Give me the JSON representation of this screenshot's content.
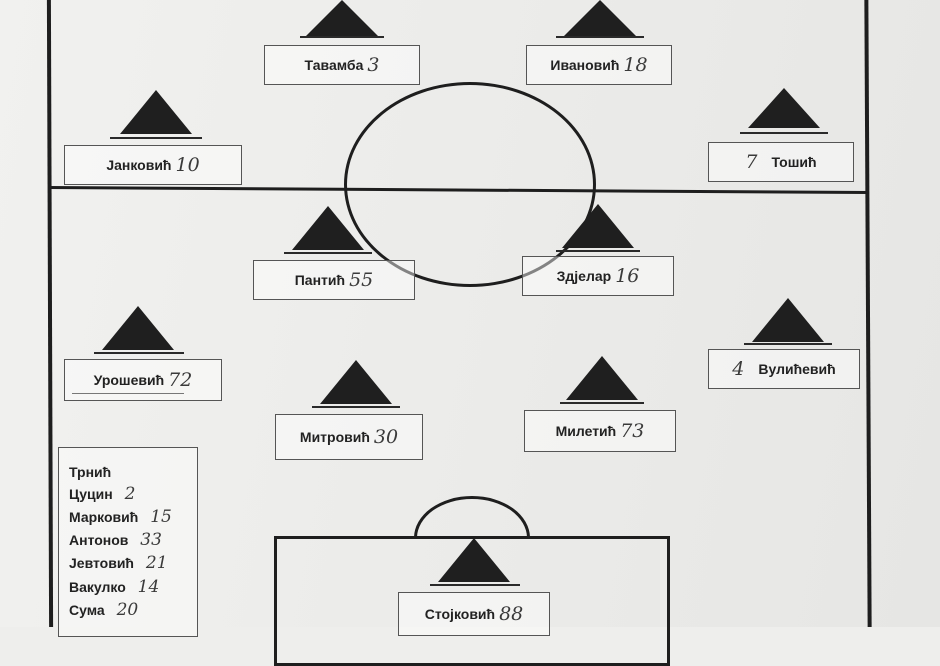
{
  "lineup": {
    "players": [
      {
        "id": "tavamba",
        "name": "Тавамба",
        "number": "3"
      },
      {
        "id": "ivanovic",
        "name": "Ивановић",
        "number": "18"
      },
      {
        "id": "jankovic",
        "name": "Јанковић",
        "number": "10"
      },
      {
        "id": "tosic",
        "name": "Тошић",
        "number": "7"
      },
      {
        "id": "pantic",
        "name": "Пантић",
        "number": "55"
      },
      {
        "id": "zdjelar",
        "name": "Здјелар",
        "number": "16"
      },
      {
        "id": "urosevic",
        "name": "Урошевић",
        "number": "72"
      },
      {
        "id": "vulicevic",
        "name": "Вулићевић",
        "number": "4"
      },
      {
        "id": "mitrovic",
        "name": "Митровић",
        "number": "30"
      },
      {
        "id": "miletic",
        "name": "Милетић",
        "number": "73"
      },
      {
        "id": "stojkovic",
        "name": "Стојковић",
        "number": "88"
      }
    ]
  },
  "substitutes": [
    {
      "name": "Трнић",
      "number": ""
    },
    {
      "name": "Цуцин",
      "number": "2"
    },
    {
      "name": "Марковић",
      "number": "15"
    },
    {
      "name": "Антонов",
      "number": "33"
    },
    {
      "name": "Јевтовић",
      "number": "21"
    },
    {
      "name": "Вакулко",
      "number": "14"
    },
    {
      "name": "Сума",
      "number": "20"
    }
  ]
}
